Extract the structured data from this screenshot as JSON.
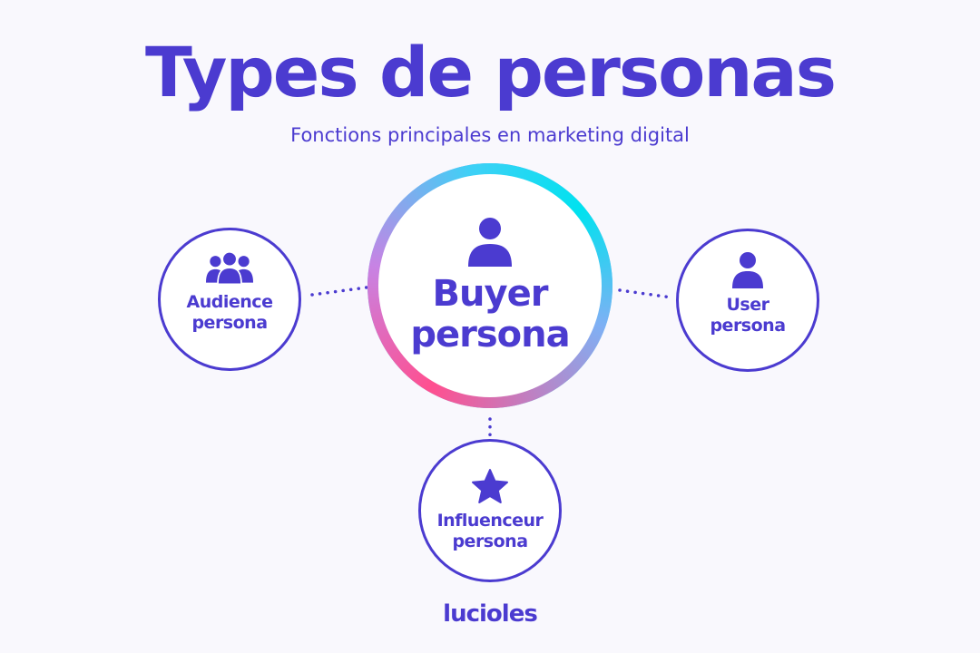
{
  "title": "Types de personas",
  "subtitle": "Fonctions principales en marketing digital",
  "center_node": {
    "label": "Buyer\npersona",
    "icon": "person-icon"
  },
  "nodes": [
    {
      "id": "audience",
      "label": "Audience\npersona",
      "icon": "group-icon"
    },
    {
      "id": "user",
      "label": "User\npersona",
      "icon": "person-icon"
    },
    {
      "id": "influenceur",
      "label": "Influenceur\npersona",
      "icon": "star-icon"
    }
  ],
  "brand": "lucioles",
  "colors": {
    "primary": "#4b3bd0",
    "background": "#f9f8fd",
    "ring_gradient_start": "#ff4f8f",
    "ring_gradient_end": "#00e2ef"
  }
}
